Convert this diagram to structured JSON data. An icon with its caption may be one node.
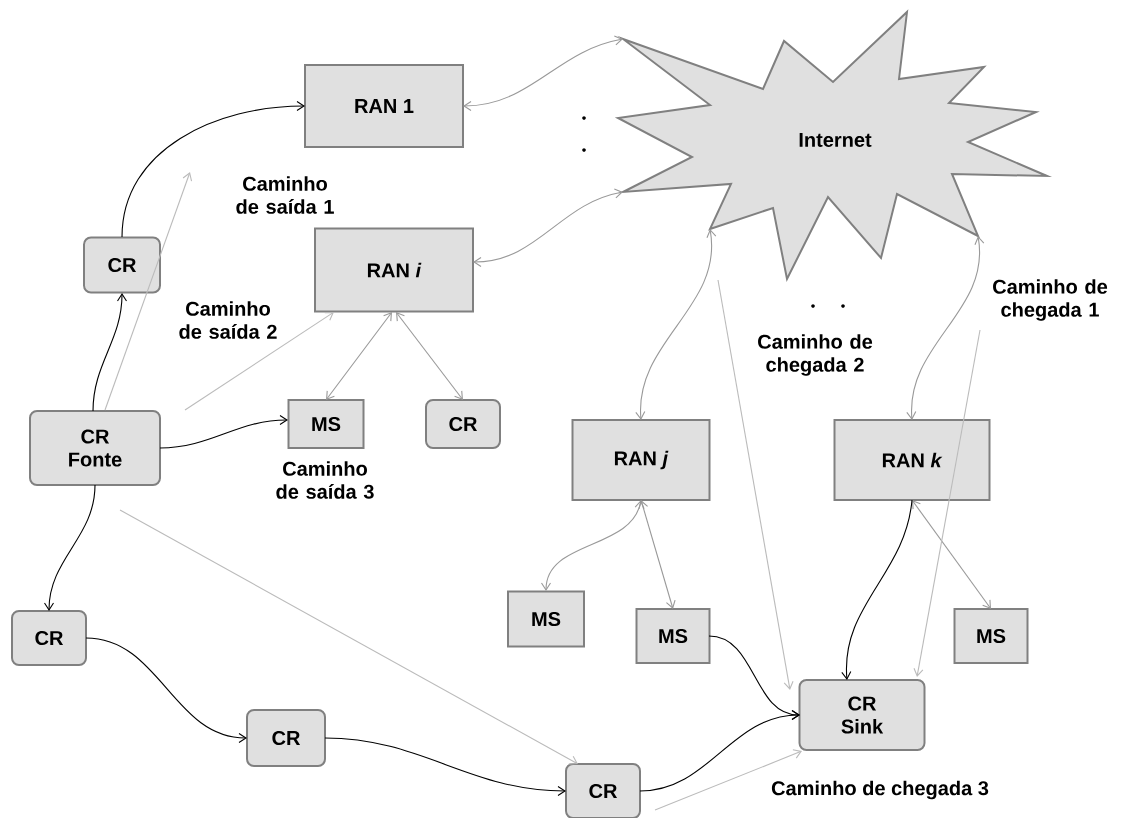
{
  "diagram": {
    "nodes": [
      {
        "text": [
          "RAN 1"
        ]
      },
      {
        "text": [
          "Internet"
        ]
      },
      {
        "text": [
          "CR"
        ]
      },
      {
        "text": [
          "RAN *i*"
        ]
      },
      {
        "text": [
          "CR Fonte"
        ]
      },
      {
        "text": [
          "MS"
        ]
      },
      {
        "text": [
          "CR"
        ]
      },
      {
        "text": [
          "RAN *j*"
        ]
      },
      {
        "text": [
          "RAN *k*"
        ]
      },
      {
        "text": [
          "MS"
        ]
      },
      {
        "text": [
          "MS"
        ]
      },
      {
        "text": [
          "MS"
        ]
      },
      {
        "text": [
          "CR"
        ]
      },
      {
        "text": [
          "CR"
        ]
      },
      {
        "text": [
          "CR Sink"
        ]
      },
      {
        "text": [
          "CR"
        ]
      }
    ],
    "edges": [
      {
        "from": 2,
        "to": 0,
        "arrow": "to"
      },
      {
        "from": 4,
        "to": 2,
        "arrow": "to"
      },
      {
        "from": 0,
        "to": 1,
        "arrow": "both",
        "color": "#999999"
      },
      {
        "from": 3,
        "to": 1,
        "arrow": "both",
        "color": "#999999"
      },
      {
        "from": 3,
        "to": 5,
        "arrow": "both",
        "color": "#999999"
      },
      {
        "from": 3,
        "to": 6,
        "arrow": "both",
        "color": "#999999"
      },
      {
        "from": 4,
        "to": 5,
        "arrow": "to"
      },
      {
        "from": 7,
        "to": 1,
        "arrow": "both",
        "color": "#999999"
      },
      {
        "from": 8,
        "to": 1,
        "arrow": "both",
        "color": "#999999"
      },
      {
        "from": 7,
        "to": 9,
        "arrow": "both",
        "color": "#999999"
      },
      {
        "from": 7,
        "to": 10,
        "arrow": "both",
        "color": "#999999"
      },
      {
        "from": 8,
        "to": 11,
        "arrow": "both",
        "color": "#999999"
      },
      {
        "from": 8,
        "to": 14,
        "arrow": "to"
      },
      {
        "from": 4,
        "to": 12,
        "arrow": "to"
      },
      {
        "from": 12,
        "to": 13,
        "arrow": "to"
      },
      {
        "from": 13,
        "to": 15,
        "arrow": "to"
      },
      {
        "from": 15,
        "to": 14,
        "arrow": "to"
      },
      {
        "from": 10,
        "to": 14,
        "arrow": "to"
      },
      {
        "from": 4,
        "to": null,
        "arrow": "to",
        "color": "#bbbbbb"
      },
      {
        "from": 4,
        "to": 3,
        "arrow": "to",
        "color": "#bbbbbb"
      },
      {
        "from": 4,
        "to": 15,
        "arrow": "to",
        "color": "#bbbbbb"
      },
      {
        "from": null,
        "to": 14,
        "arrow": "to",
        "color": "#bbbbbb"
      },
      {
        "from": null,
        "to": 14,
        "arrow": "to",
        "color": "#bbbbbb"
      },
      {
        "from": null,
        "to": 14,
        "arrow": "to",
        "color": "#bbbbbb"
      }
    ],
    "labels": [
      "Caminho de saída 1",
      "Caminho de saída 2",
      "Caminho de chegada 1",
      "Caminho de chegada 2",
      "Caminho de saída 3",
      "Caminho de chegada 3"
    ]
  }
}
